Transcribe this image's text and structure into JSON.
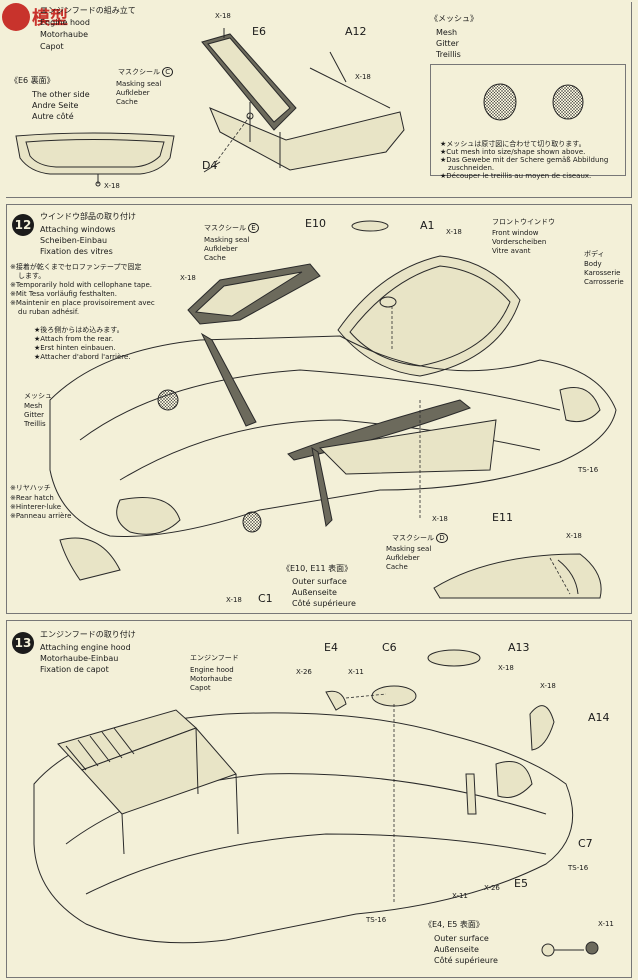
{
  "watermark": {
    "text": "模型"
  },
  "step11": {
    "title_jp": "エンジンフードの組み立て",
    "title_en": "Engine hood",
    "title_de": "Motorhaube",
    "title_fr": "Capot",
    "parts": {
      "e6": "E6",
      "a12": "A12",
      "d4": "D4",
      "x18a": "X-18",
      "x18b": "X-18",
      "x18c": "X-18"
    },
    "masking": {
      "jp": "マスクシール",
      "code": "C",
      "en": "Masking seal",
      "de": "Aufkleber",
      "fr": "Cache"
    },
    "e6_side": {
      "jp": "《E6 裏面》",
      "en": "The other side",
      "de": "Andre Seite",
      "fr": "Autre côté"
    },
    "mesh": {
      "jp": "《メッシュ》",
      "en": "Mesh",
      "de": "Gitter",
      "fr": "Treillis"
    },
    "mesh_notes": [
      "★メッシュは原寸図に合わせて切り取ります。",
      "★Cut mesh into size/shape shown above.",
      "★Das Gewebe mit der Schere gemäß Abbildung",
      "zuschneiden.",
      "★Découper le treillis au moyen de ciseaux."
    ]
  },
  "step12": {
    "num": "12",
    "title_jp": "ウインドウ部品の取り付け",
    "title_en": "Attaching windows",
    "title_de": "Scheiben-Einbau",
    "title_fr": "Fixation des vitres",
    "masking_e": {
      "jp": "マスクシール",
      "code": "E",
      "en": "Masking seal",
      "de": "Aufkleber",
      "fr": "Cache"
    },
    "e10": "E10",
    "a1": "A1",
    "front_window": {
      "jp": "フロントウインドウ",
      "en": "Front window",
      "de": "Vorderscheiben",
      "fr": "Vitre avant"
    },
    "body": {
      "jp": "ボディ",
      "en": "Body",
      "de": "Karosserie",
      "fr": "Carrosserie"
    },
    "tape_notes": [
      "※接着が乾くまでセロファンテープで固定",
      "します。",
      "※Temporarily hold with cellophane tape.",
      "※Mit Tesa vorläufig festhalten.",
      "※Maintenir en place provisoirement avec",
      "du ruban adhésif."
    ],
    "rear_notes": [
      "★後ろ側からはめ込みます。",
      "★Attach from the rear.",
      "★Erst hinten einbauen.",
      "★Attacher d'abord l'arrière."
    ],
    "mesh": {
      "jp": "メッシュ",
      "en": "Mesh",
      "de": "Gitter",
      "fr": "Treillis"
    },
    "rear_hatch": {
      "jp": "※リヤハッチ",
      "en": "※Rear hatch",
      "de": "※Hinterer-luke",
      "fr": "※Panneau arrière"
    },
    "x18": [
      "X-18",
      "X-18",
      "X-18",
      "X-18",
      "X-18"
    ],
    "ts16": "TS-16",
    "e11": "E11",
    "c1": "C1",
    "masking_d": {
      "jp": "マスクシール",
      "code": "D",
      "en": "Masking seal",
      "de": "Aufkleber",
      "fr": "Cache"
    },
    "surface": {
      "jp": "《E10, E11 表面》",
      "en": "Outer surface",
      "de": "Außenseite",
      "fr": "Côté supérieure"
    }
  },
  "step13": {
    "num": "13",
    "title_jp": "エンジンフードの取り付け",
    "title_en": "Attaching engine hood",
    "title_de": "Motorhaube-Einbau",
    "title_fr": "Fixation de capot",
    "hood": {
      "jp": "エンジンフード",
      "en": "Engine hood",
      "de": "Motorhaube",
      "fr": "Capot"
    },
    "parts": {
      "e4": "E4",
      "c6": "C6",
      "a13": "A13",
      "a14": "A14",
      "c7": "C7",
      "e5": "E5"
    },
    "codes": {
      "x26a": "X-26",
      "x11a": "X-11",
      "x18a": "X-18",
      "x18b": "X-18",
      "ts16a": "TS-16",
      "x11b": "X-11",
      "x26b": "X-26",
      "ts16b": "TS-16",
      "x11c": "X-11"
    },
    "surface": {
      "jp": "《E4, E5 表面》",
      "en": "Outer surface",
      "de": "Außenseite",
      "fr": "Côté supérieure"
    }
  }
}
